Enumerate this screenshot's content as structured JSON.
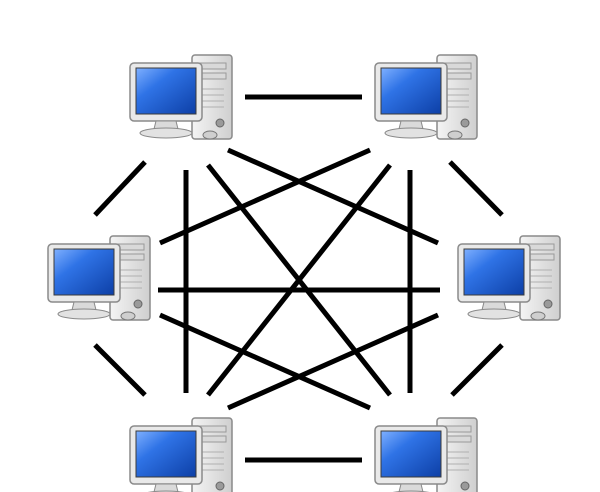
{
  "diagram": {
    "type": "mesh-network-topology",
    "nodes": [
      {
        "id": "top-left",
        "icon": "desktop-computer-icon"
      },
      {
        "id": "top-right",
        "icon": "desktop-computer-icon"
      },
      {
        "id": "middle-left",
        "icon": "desktop-computer-icon"
      },
      {
        "id": "middle-right",
        "icon": "desktop-computer-icon"
      },
      {
        "id": "bottom-left",
        "icon": "desktop-computer-icon"
      },
      {
        "id": "bottom-right",
        "icon": "desktop-computer-icon"
      }
    ],
    "edges": [
      [
        "top-left",
        "top-right"
      ],
      [
        "top-left",
        "middle-left"
      ],
      [
        "top-left",
        "middle-right"
      ],
      [
        "top-left",
        "bottom-left"
      ],
      [
        "top-left",
        "bottom-right"
      ],
      [
        "top-right",
        "middle-left"
      ],
      [
        "top-right",
        "middle-right"
      ],
      [
        "top-right",
        "bottom-left"
      ],
      [
        "top-right",
        "bottom-right"
      ],
      [
        "middle-left",
        "middle-right"
      ],
      [
        "middle-left",
        "bottom-left"
      ],
      [
        "middle-left",
        "bottom-right"
      ],
      [
        "middle-right",
        "bottom-left"
      ],
      [
        "middle-right",
        "bottom-right"
      ],
      [
        "bottom-left",
        "bottom-right"
      ]
    ],
    "colors": {
      "line": "#000000",
      "screen": "#1d5fd6",
      "screen_highlight": "#7fb0ff",
      "case": "#e8e8e8",
      "case_shadow": "#bdbdbd",
      "outline": "#7a7a7a"
    }
  }
}
